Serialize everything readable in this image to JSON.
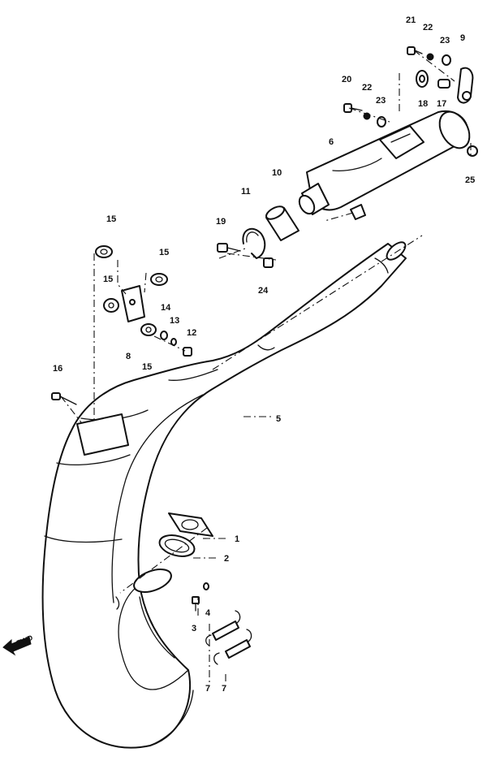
{
  "diagram": {
    "forward_marker": {
      "text": "FWD",
      "icon": "forward-arrow-icon"
    },
    "parts": [
      {
        "id": "p1",
        "label": "1",
        "name": "exhaust-gasket"
      },
      {
        "id": "p2",
        "label": "2",
        "name": "exhaust-o-ring"
      },
      {
        "id": "p3",
        "label": "3",
        "name": "bolt"
      },
      {
        "id": "p4",
        "label": "4",
        "name": "washer"
      },
      {
        "id": "p5",
        "label": "5",
        "name": "exhaust-pipe"
      },
      {
        "id": "p6",
        "label": "6",
        "name": "muffler"
      },
      {
        "id": "p7a",
        "label": "7",
        "name": "spring"
      },
      {
        "id": "p7b",
        "label": "7",
        "name": "spring"
      },
      {
        "id": "p8",
        "label": "8",
        "name": "mount-bracket"
      },
      {
        "id": "p9",
        "label": "9",
        "name": "muffler-bracket"
      },
      {
        "id": "p10",
        "label": "10",
        "name": "joint-pipe"
      },
      {
        "id": "p11",
        "label": "11",
        "name": "clamp"
      },
      {
        "id": "p12",
        "label": "12",
        "name": "nut"
      },
      {
        "id": "p13",
        "label": "13",
        "name": "spring-washer"
      },
      {
        "id": "p14",
        "label": "14",
        "name": "washer"
      },
      {
        "id": "p15a",
        "label": "15",
        "name": "cushion"
      },
      {
        "id": "p15b",
        "label": "15",
        "name": "cushion"
      },
      {
        "id": "p15c",
        "label": "15",
        "name": "cushion"
      },
      {
        "id": "p15d",
        "label": "15",
        "name": "cushion"
      },
      {
        "id": "p16",
        "label": "16",
        "name": "bolt"
      },
      {
        "id": "p17",
        "label": "17",
        "name": "spacer"
      },
      {
        "id": "p18",
        "label": "18",
        "name": "cushion"
      },
      {
        "id": "p19",
        "label": "19",
        "name": "clamp-screw"
      },
      {
        "id": "p20",
        "label": "20",
        "name": "bolt"
      },
      {
        "id": "p21",
        "label": "21",
        "name": "bolt"
      },
      {
        "id": "p22a",
        "label": "22",
        "name": "washer"
      },
      {
        "id": "p22b",
        "label": "22",
        "name": "washer"
      },
      {
        "id": "p23a",
        "label": "23",
        "name": "washer"
      },
      {
        "id": "p23b",
        "label": "23",
        "name": "washer"
      },
      {
        "id": "p24",
        "label": "24",
        "name": "nut"
      },
      {
        "id": "p25",
        "label": "25",
        "name": "nut"
      }
    ]
  }
}
